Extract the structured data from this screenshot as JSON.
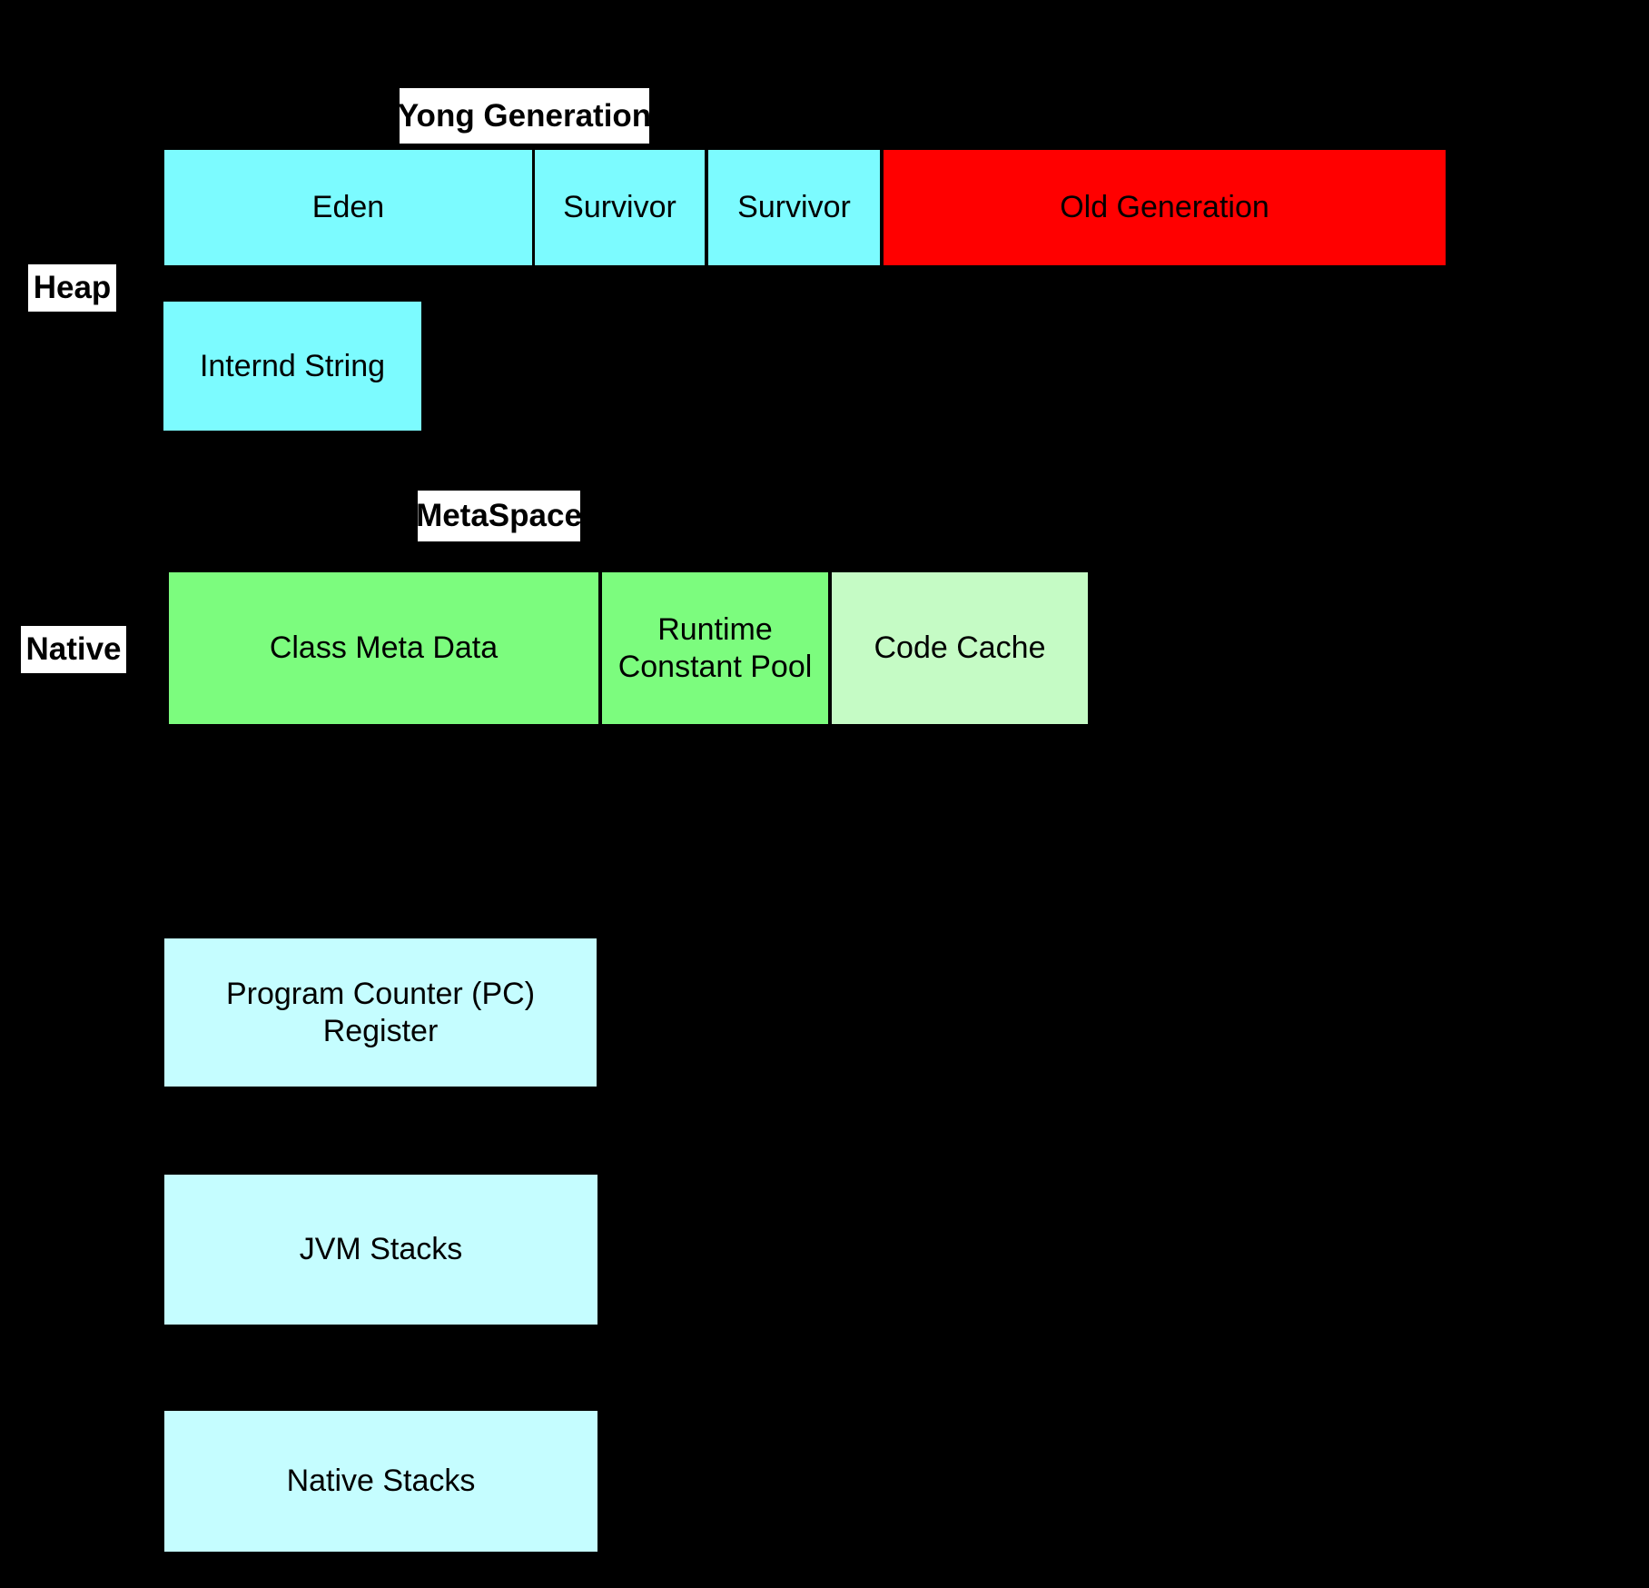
{
  "labels": {
    "young_generation": "Yong Generation",
    "heap": "Heap",
    "metaspace": "MetaSpace",
    "native": "Native"
  },
  "heap": {
    "eden": "Eden",
    "survivor_left": "Survivor",
    "survivor_right": "Survivor",
    "old_generation": "Old Generation",
    "internd_string": "Internd String"
  },
  "native": {
    "class_meta_data": "Class Meta Data",
    "runtime_constant_pool": "Runtime Constant Pool",
    "code_cache": "Code Cache",
    "pc_register": "Program Counter (PC) Register",
    "jvm_stacks": "JVM Stacks",
    "native_stacks": "Native Stacks"
  },
  "colors": {
    "background": "#000000",
    "young_gen_cyan": "#7CFBFF",
    "old_generation_red": "#FF0000",
    "metaspace_green": "#7CFC7E",
    "code_cache_pale_green": "#C5FBC5",
    "native_pale_cyan": "#C5FDFF",
    "label_background": "#FFFFFF",
    "text": "#000000"
  }
}
